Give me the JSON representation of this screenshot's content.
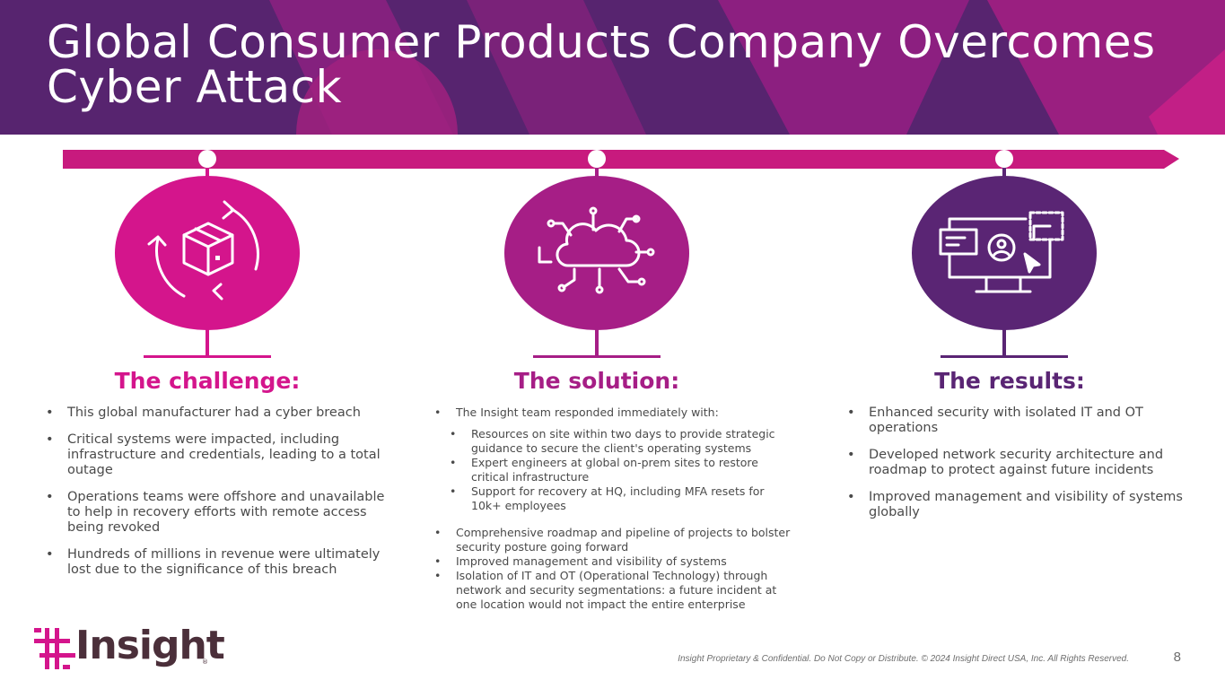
{
  "title": "Global Consumer Products Company Overcomes Cyber Attack",
  "colors": {
    "header_bg": "#57246f",
    "magenta": "#d4158c",
    "berry": "#a61e86",
    "purple": "#5a2574",
    "timeline": "#c81a7e"
  },
  "columns": {
    "challenge": {
      "heading": "The challenge:",
      "icon": "box-cycle-icon",
      "bullets": [
        "This global manufacturer had a cyber breach",
        "Critical systems were impacted, including infrastructure and credentials, leading to a total outage",
        "Operations teams were offshore and unavailable to help in recovery efforts with remote access being revoked",
        "Hundreds of millions in revenue were ultimately lost due to the significance of this breach"
      ]
    },
    "solution": {
      "heading": "The solution:",
      "icon": "cloud-network-icon",
      "intro": "The Insight team responded immediately with:",
      "sub_bullets": [
        "Resources on site within two days to provide strategic guidance to secure the client's operating systems",
        "Expert engineers at global on-prem sites to restore critical infrastructure",
        "Support for recovery at HQ, including MFA resets for 10k+ employees"
      ],
      "bullets": [
        "Comprehensive roadmap and pipeline of projects to bolster security posture going forward",
        "Improved management and visibility of systems",
        "Isolation of IT and OT (Operational Technology) through network and security segmentations: a future incident at one location would not impact the entire enterprise"
      ]
    },
    "results": {
      "heading": "The results:",
      "icon": "monitor-user-icon",
      "bullets": [
        "Enhanced security with isolated IT and OT operations",
        "Developed network security architecture and roadmap to protect against future incidents",
        "Improved management and visibility of systems globally"
      ]
    }
  },
  "logo": {
    "text": "Insight",
    "registered": "®"
  },
  "footer": "Insight Proprietary & Confidential. Do Not Copy or Distribute. © 2024 Insight Direct USA, Inc. All Rights Reserved.",
  "page_number": "8"
}
